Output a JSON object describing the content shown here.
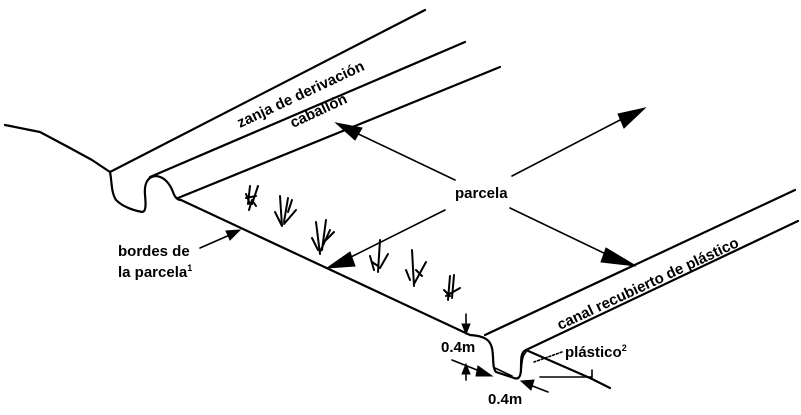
{
  "diagram": {
    "labels": {
      "zanja": "zanja de derivación",
      "caballon": "caballón",
      "parcela": "parcela",
      "bordes_line1": "bordes de",
      "bordes_line2": "la parcela",
      "bordes_note": "1",
      "canal": "canal recubierto de plástico",
      "plastico": "plástico",
      "plastico_note": "2",
      "depth": "0.4m",
      "width": "0.4m"
    },
    "colors": {
      "ink": "#000000",
      "paper": "#ffffff"
    }
  }
}
